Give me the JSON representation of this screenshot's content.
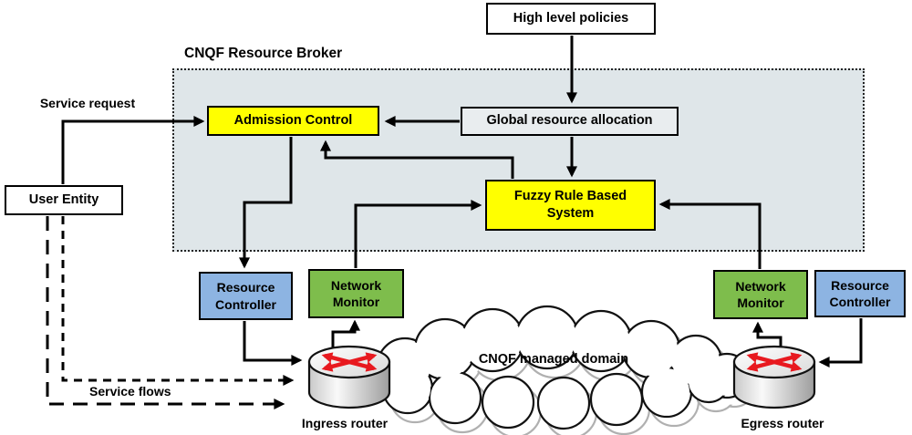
{
  "diagram": {
    "broker_title": "CNQF Resource Broker",
    "boxes": {
      "high_level_policies": "High level policies",
      "global_resource_allocation": "Global resource allocation",
      "admission_control": "Admission Control",
      "frbs_line1": "Fuzzy Rule Based",
      "frbs_line2": "System",
      "user_entity": "User Entity",
      "resource_controller_line1": "Resource",
      "resource_controller_line2": "Controller",
      "network_monitor_line1": "Network",
      "network_monitor_line2": "Monitor"
    },
    "labels": {
      "service_request": "Service request",
      "service_flows": "Service flows",
      "cloud": "CNQF managed domain",
      "ingress_router": "Ingress router",
      "egress_router": "Egress router"
    },
    "colors": {
      "yellow_box": "#FFFF00",
      "blue_box": "#8DB4E2",
      "green_box": "#7EBD4C",
      "broker_panel": "#DFE6E9",
      "light_box": "#E9EDEF",
      "router_arrow_red": "#E8191F",
      "line_black": "#000000"
    }
  }
}
